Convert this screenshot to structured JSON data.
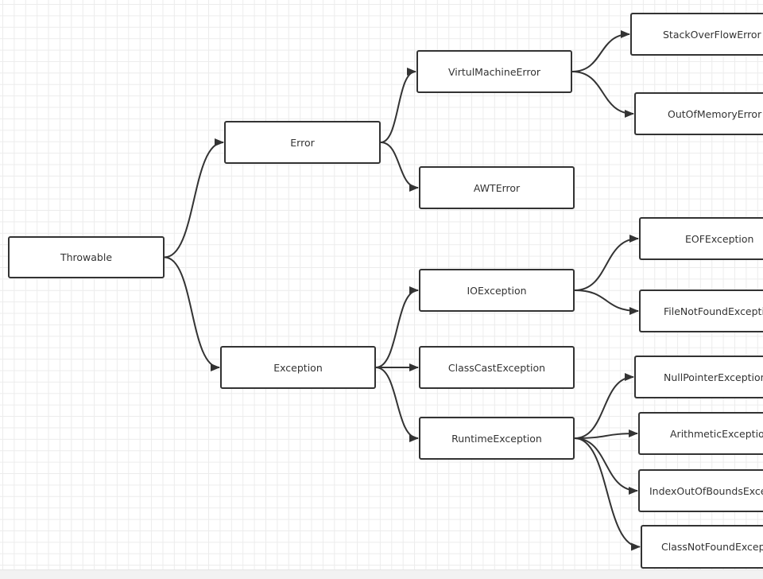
{
  "diagram": {
    "nodes": {
      "throwable": "Throwable",
      "error": "Error",
      "exception": "Exception",
      "virtual_machine_error": "VirtulMachineError",
      "awt_error": "AWTError",
      "stack_over_flow_error": "StackOverFlowError",
      "out_of_memory_error": "OutOfMemoryError",
      "io_exception": "IOException",
      "class_cast_exception": "ClassCastException",
      "runtime_exception": "RuntimeException",
      "eof_exception": "EOFException",
      "file_not_found_exception": "FileNotFoundException",
      "null_pointer_exception": "NullPointerException",
      "arithmetic_exception": "ArithmeticException",
      "index_out_of_bounds_exception": "IndexOutOfBoundsException",
      "class_not_found_exception": "ClassNotFoundException"
    },
    "edges": [
      [
        "throwable",
        "error"
      ],
      [
        "throwable",
        "exception"
      ],
      [
        "error",
        "virtual_machine_error"
      ],
      [
        "error",
        "awt_error"
      ],
      [
        "virtual_machine_error",
        "stack_over_flow_error"
      ],
      [
        "virtual_machine_error",
        "out_of_memory_error"
      ],
      [
        "exception",
        "io_exception"
      ],
      [
        "exception",
        "class_cast_exception"
      ],
      [
        "exception",
        "runtime_exception"
      ],
      [
        "io_exception",
        "eof_exception"
      ],
      [
        "io_exception",
        "file_not_found_exception"
      ],
      [
        "runtime_exception",
        "null_pointer_exception"
      ],
      [
        "runtime_exception",
        "arithmetic_exception"
      ],
      [
        "runtime_exception",
        "index_out_of_bounds_exception"
      ],
      [
        "runtime_exception",
        "class_not_found_exception"
      ]
    ],
    "colors": {
      "stroke": "#333333",
      "text": "#333333",
      "grid": "#ececec",
      "background": "#ffffff"
    }
  }
}
